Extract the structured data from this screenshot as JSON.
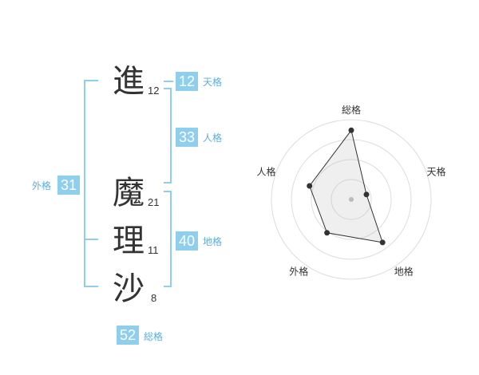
{
  "name": {
    "chars": [
      {
        "kanji": "進",
        "strokes": "12"
      },
      {
        "kanji": "魔",
        "strokes": "21"
      },
      {
        "kanji": "理",
        "strokes": "11"
      },
      {
        "kanji": "沙",
        "strokes": "8"
      }
    ]
  },
  "fortune": {
    "tenkaku": {
      "value": "12",
      "label": "天格"
    },
    "jinkaku": {
      "value": "33",
      "label": "人格"
    },
    "chikaku": {
      "value": "40",
      "label": "地格"
    },
    "gaikaku": {
      "value": "31",
      "label": "外格"
    },
    "soukaku": {
      "value": "52",
      "label": "総格"
    }
  },
  "colors": {
    "accent": "#8fcfee",
    "label_text": "#5aafe0",
    "badge_text": "#ffffff",
    "kanji": "#333333"
  },
  "chart_data": {
    "type": "radar",
    "axes": [
      "総格",
      "天格",
      "地格",
      "外格",
      "人格"
    ],
    "values": [
      52,
      12,
      40,
      31,
      33
    ],
    "rings": 4
  }
}
